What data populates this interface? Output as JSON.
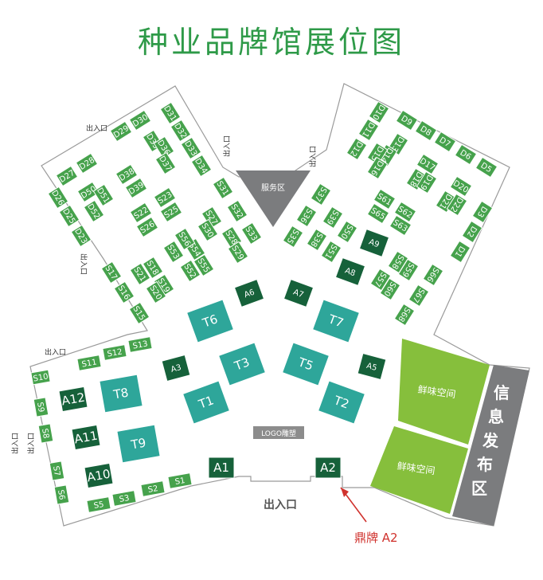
{
  "title": "种业品牌馆展位图",
  "colors": {
    "green": "#46a24c",
    "dark_green": "#16613a",
    "teal": "#2ea69a",
    "lime": "#86bf3c",
    "gray": "#7b7c7e",
    "annotation": "#d0322d"
  },
  "service_area": "服务区",
  "logo_sculpture": "LOGO雕塑",
  "entrance_main": "出入口",
  "entrance_small": "出入口",
  "fresh_area_1": "鲜味空间",
  "fresh_area_2": "鲜味空间",
  "info_area": [
    "信",
    "息",
    "发",
    "布",
    "区"
  ],
  "annotation": "鼎牌 A2",
  "booths": [
    "D27",
    "D28",
    "D29",
    "D30",
    "D31",
    "D32",
    "D33",
    "D34",
    "D35",
    "D36",
    "D37",
    "D38",
    "D39",
    "D50",
    "D51",
    "D52",
    "D26",
    "D25",
    "D23",
    "D10",
    "D11",
    "D12",
    "D9",
    "D8",
    "D7",
    "D6",
    "D5",
    "D13",
    "D14",
    "D15",
    "D16",
    "D17",
    "D18",
    "D19",
    "D20",
    "D21",
    "D22",
    "D3",
    "D2",
    "D1",
    "S31",
    "S32",
    "S33",
    "S27",
    "S28",
    "S29",
    "S30",
    "S22",
    "S23",
    "S25",
    "S26",
    "S53",
    "S54",
    "S55",
    "S56",
    "S52",
    "S18",
    "S19",
    "S20",
    "S21",
    "S17",
    "S16",
    "S15",
    "S37",
    "S36",
    "S35",
    "S39",
    "S38",
    "S50",
    "S51",
    "S61",
    "S62",
    "S63",
    "S65",
    "S58",
    "S59",
    "S57",
    "S60",
    "S66",
    "S67",
    "S68",
    "S10",
    "S11",
    "S12",
    "S13",
    "S9",
    "S8",
    "S7",
    "S6",
    "S5",
    "S3",
    "S2",
    "S1",
    "A1",
    "A2",
    "A3",
    "A5",
    "A6",
    "A7",
    "A8",
    "A9",
    "A10",
    "A11",
    "A12",
    "T1",
    "T2",
    "T3",
    "T5",
    "T6",
    "T7",
    "T8",
    "T9"
  ]
}
